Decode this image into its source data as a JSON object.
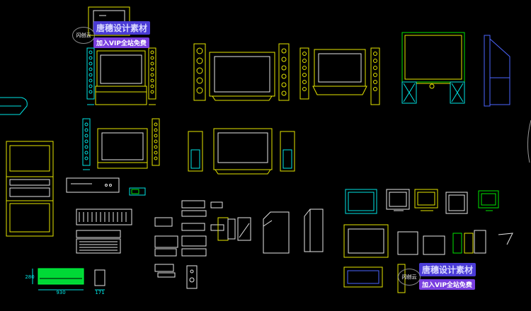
{
  "colors": {
    "yellow": "#e6e600",
    "cyan": "#00e5e5",
    "white": "#e6e6e6",
    "green": "#00e600",
    "bright_green": "#00ff40",
    "magenta": "#d600d6",
    "blue": "#4d66ff",
    "gray": "#9a9a9a"
  },
  "watermark_top": {
    "line1": "唐穗设计素材",
    "line2": "加入VIP全站免费",
    "badge": "闪创云"
  },
  "watermark_bottom": {
    "line1": "唐穗设计素材",
    "line2": "加入VIP全站免费",
    "badge": "闪创云"
  },
  "dimensions": {
    "width": "930",
    "height": "280",
    "side": "171"
  }
}
